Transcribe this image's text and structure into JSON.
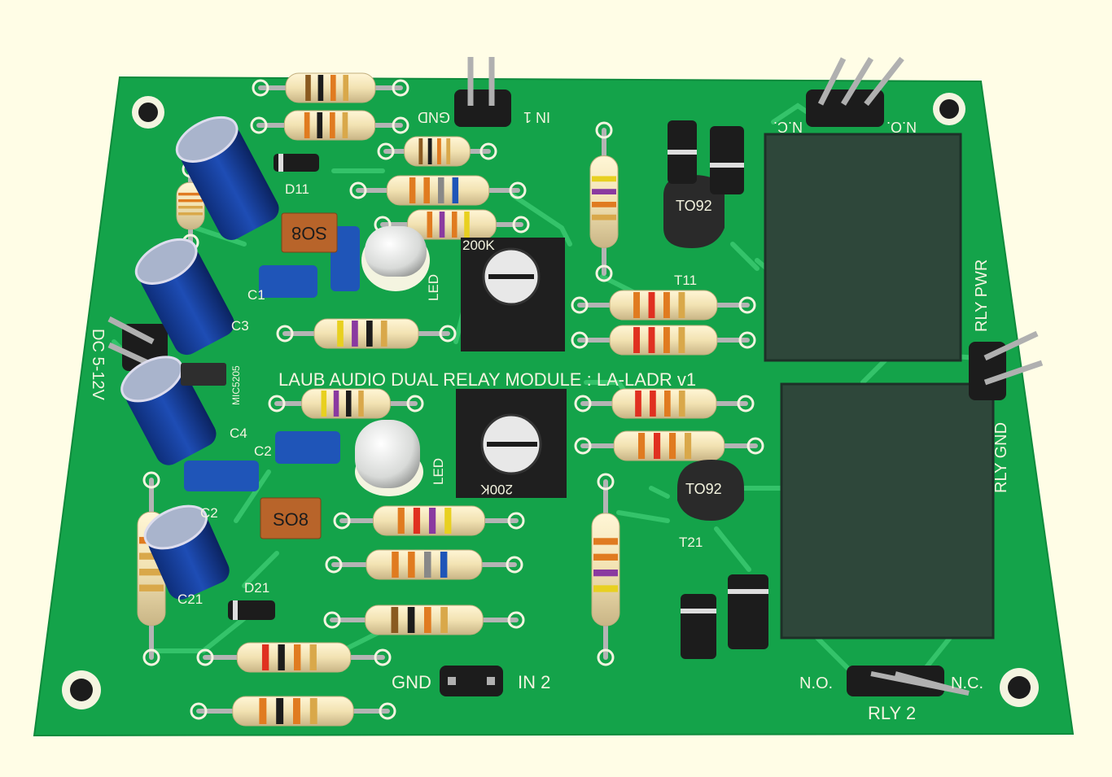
{
  "board": {
    "title": "LAUB AUDIO DUAL RELAY MODULE :  LA-LADR v1",
    "pcb_color": "#14a34a",
    "silk_color": "#f4f4e0",
    "bg_color": "#fffde6"
  },
  "labels": {
    "gnd_top": "GND",
    "in1": "IN 1",
    "nc_top": "N.C.",
    "no_top": "N.O.",
    "rly_pwr": "RLY PWR",
    "rly_gnd": "RLY GND",
    "dc_in": "DC 5-12V",
    "mic": "MIC5205",
    "gnd_bottom": "GND",
    "in2": "IN 2",
    "no_bottom": "N.O.",
    "nc_bottom": "N.C.",
    "rly2": "RLY 2",
    "d11": "D11",
    "d21": "D21",
    "t11": "T11",
    "t21": "T21",
    "c1": "C1",
    "c2_top": "C2",
    "c2": "C2",
    "c3": "C3",
    "c4": "C4",
    "c21": "C21",
    "led1": "LED",
    "led2": "LED"
  },
  "parts": {
    "ic1": "SO8",
    "ic2": "SO8",
    "t1": "TO92",
    "t2": "TO92",
    "pot1": "200K",
    "pot2": "200K"
  }
}
